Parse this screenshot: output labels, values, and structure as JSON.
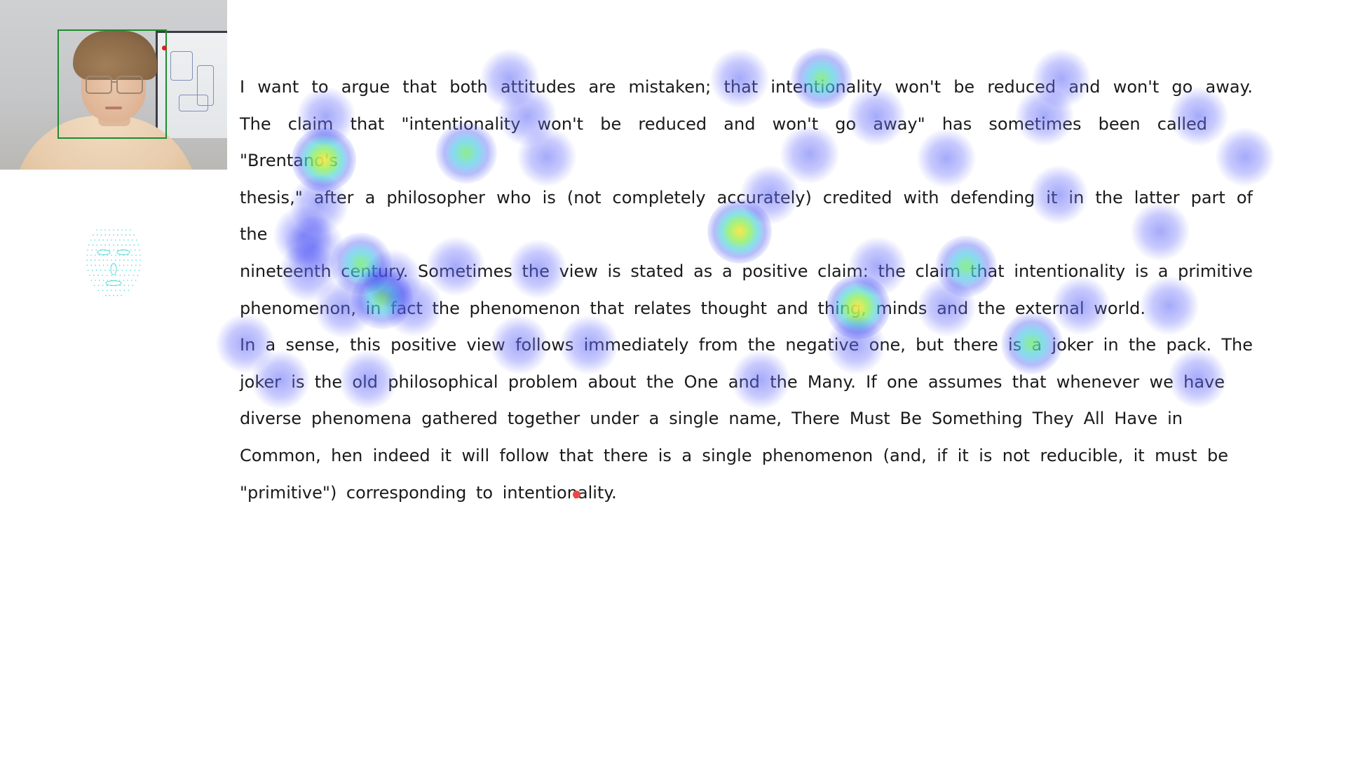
{
  "reading_text": {
    "lines": [
      "I want to argue that both attitudes are mistaken; that intentionality won't be reduced and won't go away.",
      "The claim that \"intentionality won't be reduced and won't go away\" has sometimes been called \"Brentano's",
      "thesis,\" after a philosopher who is (not completely accurately) credited with defending it in the latter part of the",
      "nineteenth century. Sometimes the view is stated as a positive claim: the claim that intentionality is a primitive",
      "phenomenon, in fact the phenomenon that relates thought and thing, minds and the external world.",
      "In a sense, this positive view follows immediately from the negative one, but there is a joker in the pack. The",
      "joker is the old philosophical problem about the One and the Many. If one assumes that whenever we have",
      "diverse phenomena gathered together under a single name, There Must Be Something They All Have in",
      "Common, hen indeed it will follow that there is a single phenomenon (and, if it is not reducible, it must be",
      "\"primitive\") corresponding to intentionality."
    ]
  },
  "colors": {
    "text": "#1a1a1a",
    "face_box": "#1e8a2e",
    "face_mesh": "#33d6d0",
    "gaze_dot": "#f04545",
    "heat_low": "#6a70f5",
    "heat_mid": "#4fd0e0",
    "heat_high": "#f5e246"
  },
  "icons": {
    "webcam": "webcam-feed",
    "face_mesh": "face-mesh-icon",
    "gaze": "gaze-point-icon"
  }
}
